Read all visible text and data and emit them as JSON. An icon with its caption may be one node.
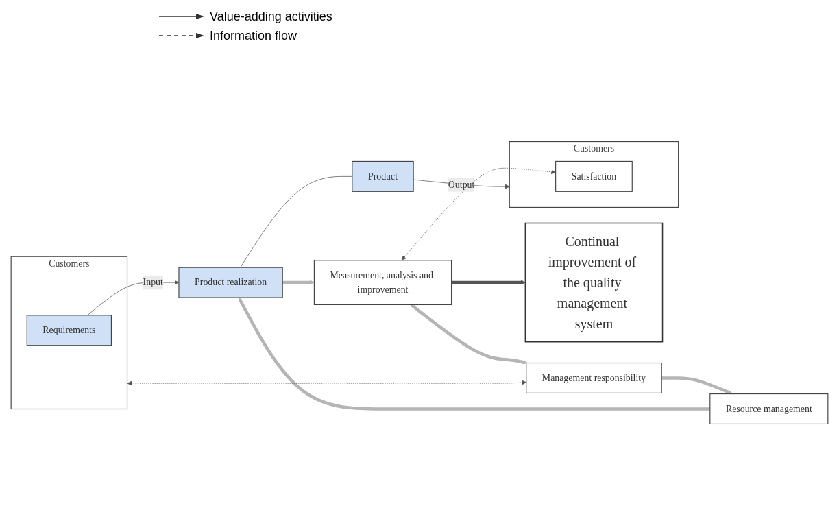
{
  "diagram": {
    "nodes": [
      {
        "text": [
          "Continual improvement of the quality management system"
        ]
      },
      {
        "text": [
          "Customers"
        ]
      },
      {
        "text": [
          "Requirements"
        ],
        "in": 1
      },
      {
        "text": [
          "Management responsibility"
        ]
      },
      {
        "text": [
          "Resource management"
        ]
      },
      {
        "text": [
          "Measurement, analysis and improvement"
        ]
      },
      {
        "text": [
          "Product realization"
        ]
      },
      {
        "text": [
          "Product"
        ]
      },
      {
        "text": [
          "Customers"
        ]
      },
      {
        "text": [
          "Satisfaction"
        ],
        "in": 8
      }
    ],
    "edges": [
      {
        "from": 1,
        "to": 3,
        "arrow": "both",
        "style": "dashed"
      },
      {
        "from": 3,
        "to": 4,
        "arrow": "to",
        "style": "thick",
        "color": "#b5b5b5"
      },
      {
        "from": 4,
        "to": 6,
        "arrow": "to",
        "style": "thick",
        "color": "#b5b5b5"
      },
      {
        "from": 6,
        "to": 5,
        "arrow": "to",
        "style": "thick",
        "color": "#b5b5b5"
      },
      {
        "from": 5,
        "to": 3,
        "arrow": "to",
        "style": "thick",
        "color": "#b5b5b5"
      },
      {
        "from": 5,
        "to": 0,
        "arrow": "to",
        "style": "thick"
      },
      {
        "from": 2,
        "to": 6,
        "arrow": "to",
        "label": "Input"
      },
      {
        "from": 6,
        "to": 7,
        "arrow": "none"
      },
      {
        "from": 7,
        "to": 8,
        "arrow": "to",
        "label": "Output"
      },
      {
        "from": 5,
        "to": 9,
        "arrow": "both",
        "style": "dashed"
      }
    ],
    "legend": [
      {
        "text": "Value-adding activities"
      },
      {
        "text": "Information flow"
      }
    ]
  }
}
